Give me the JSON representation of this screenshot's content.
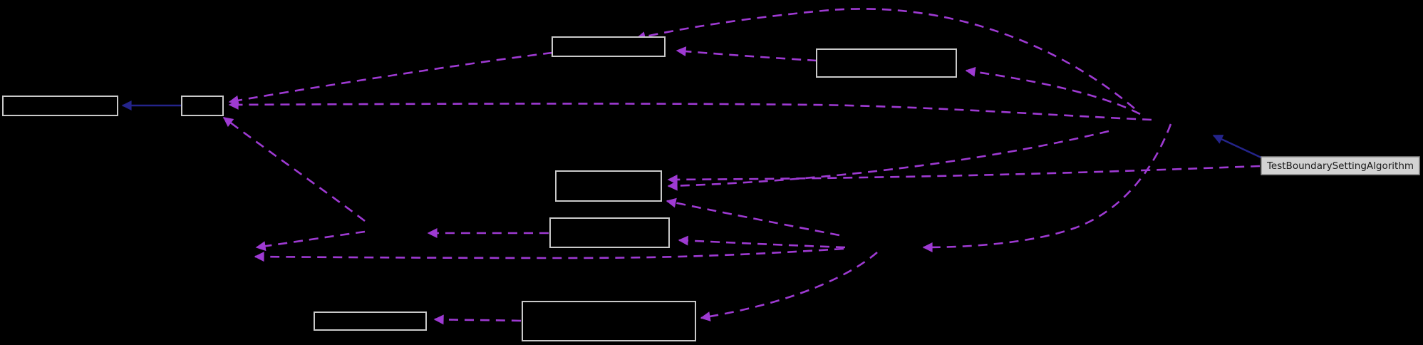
{
  "diagram": {
    "type": "collaboration-graph",
    "label_node": {
      "text": "TestBoundarySettingAlgorithm"
    },
    "nodes": [
      {
        "id": "box-top-mid",
        "label": ""
      },
      {
        "id": "box-top-right",
        "label": ""
      },
      {
        "id": "box-left",
        "label": ""
      },
      {
        "id": "box-small",
        "label": ""
      },
      {
        "id": "box-mid-1",
        "label": ""
      },
      {
        "id": "box-mid-2",
        "label": ""
      },
      {
        "id": "box-bottom-left",
        "label": ""
      },
      {
        "id": "box-bottom-right",
        "label": ""
      },
      {
        "id": "label-node",
        "label": "TestBoundarySettingAlgorithm"
      }
    ],
    "edges": [
      {
        "from": "box-small",
        "to": "box-left",
        "style": "solid"
      },
      {
        "from": "label-node",
        "to": "hub",
        "style": "solid"
      },
      {
        "from": "hub",
        "to": "box-top-mid",
        "style": "dashed"
      },
      {
        "from": "box-top-right",
        "to": "box-top-mid",
        "style": "dashed"
      },
      {
        "from": "hub",
        "to": "box-top-right",
        "style": "dashed"
      },
      {
        "from": "hub",
        "to": "box-small",
        "style": "dashed"
      },
      {
        "from": "box-top-mid",
        "to": "box-small",
        "style": "dashed"
      },
      {
        "from": "hidden-node-3",
        "to": "box-small",
        "style": "dashed"
      },
      {
        "from": "label-node",
        "to": "box-mid-1",
        "style": "dashed"
      },
      {
        "from": "hub",
        "to": "box-mid-1",
        "style": "dashed"
      },
      {
        "from": "hidden-node-2",
        "to": "box-mid-1",
        "style": "dashed"
      },
      {
        "from": "hub",
        "to": "hidden-node-2",
        "style": "dashed"
      },
      {
        "from": "hidden-node-2",
        "to": "box-mid-2",
        "style": "dashed"
      },
      {
        "from": "box-mid-2",
        "to": "hidden-node-3",
        "style": "dashed"
      },
      {
        "from": "hidden-node-3",
        "to": "hidden-node-4",
        "style": "dashed"
      },
      {
        "from": "hidden-node-2",
        "to": "hidden-node-4",
        "style": "dashed"
      },
      {
        "from": "hidden-node-2",
        "to": "box-bottom-right",
        "style": "dashed"
      },
      {
        "from": "box-bottom-right",
        "to": "box-bottom-left",
        "style": "dashed"
      }
    ]
  },
  "colors": {
    "background": "#000000",
    "node_fill": "#000000",
    "node_border": "#c9c9c9",
    "edge_dashed": "#9e3ad2",
    "edge_solid": "#24248b",
    "label_fill": "#d2d2d2",
    "label_border": "#8a8a8a",
    "label_text": "#1a1a1a"
  }
}
